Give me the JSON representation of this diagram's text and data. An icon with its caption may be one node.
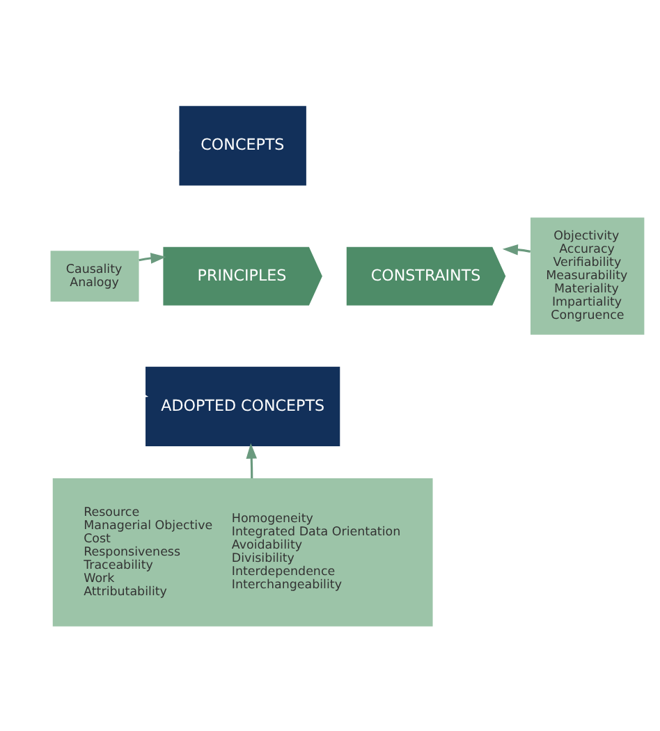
{
  "diagram": {
    "nodes": [
      {
        "text": [
          "CONCEPTS"
        ]
      },
      {
        "text": [
          "Causality",
          "Analogy"
        ]
      },
      {
        "text": [
          "PRINCIPLES"
        ]
      },
      {
        "text": [
          "CONSTRAINTS"
        ]
      },
      {
        "text": [
          "Objectivity",
          "Accuracy",
          "Verifiability",
          "Measurability",
          "Materiality",
          "Impartiality",
          "Congruence"
        ]
      },
      {
        "text": [
          "ADOPTED CONCEPTS"
        ]
      },
      {
        "text": [
          "Resource",
          "Managerial Objective",
          "Cost",
          "Responsiveness",
          "Traceability",
          "Work",
          "Attributability",
          "Homogeneity",
          "Integrated Data Orientation",
          "Avoidability",
          "Divisibility",
          "Interdependence",
          "Interchangeability"
        ]
      }
    ],
    "edges": [
      {
        "from": 0,
        "to": 5,
        "arrow": "to",
        "color": "#ffffff"
      },
      {
        "from": 1,
        "to": 2,
        "arrow": "to"
      },
      {
        "from": 4,
        "to": 3,
        "arrow": "to"
      },
      {
        "from": 6,
        "to": 5,
        "arrow": "to"
      }
    ]
  }
}
